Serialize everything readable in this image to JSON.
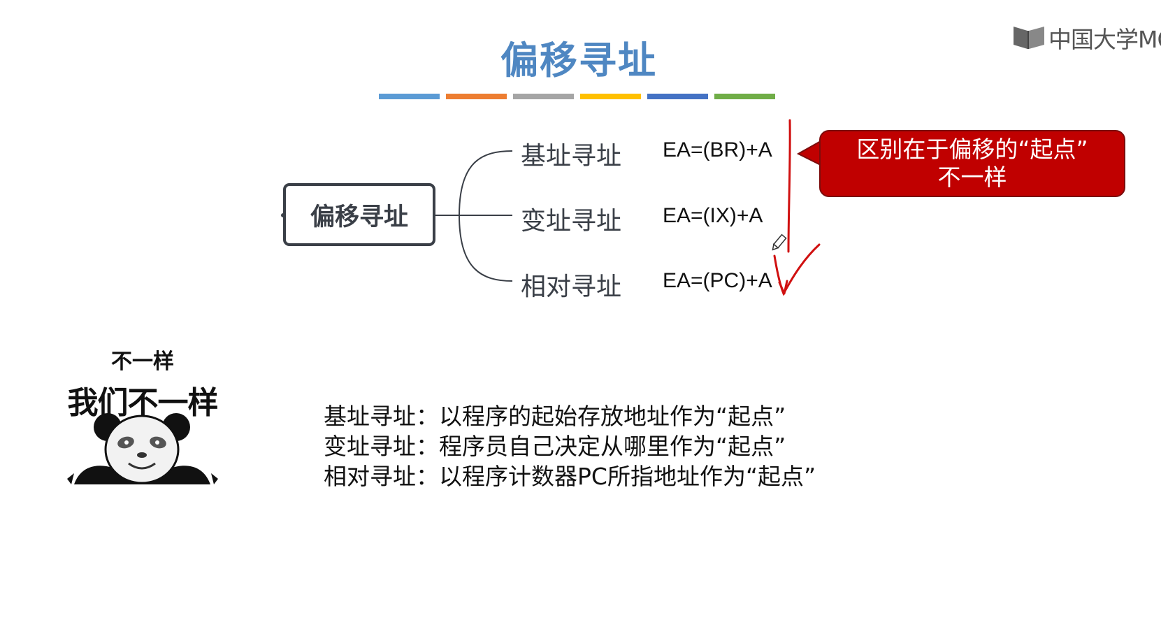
{
  "watermark": {
    "text": "中国大学MO"
  },
  "slide": {
    "title": "偏移寻址",
    "divider_colors": [
      "#5b9bd5",
      "#ed7d31",
      "#a5a5a5",
      "#ffc000",
      "#4472c4",
      "#70ad47"
    ]
  },
  "mindmap": {
    "root": "偏移寻址",
    "branches": [
      {
        "label": "基址寻址",
        "formula": "EA=(BR)+A"
      },
      {
        "label": "变址寻址",
        "formula": "EA=(IX)+A"
      },
      {
        "label": "相对寻址",
        "formula": "EA=(PC)+A"
      }
    ]
  },
  "callout": {
    "line1": "区别在于偏移的“起点”",
    "line2": "不一样",
    "color": "#c00000"
  },
  "meme": {
    "top_text": "不一样",
    "main_text": "我们不一样"
  },
  "notes": [
    "基址寻址：以程序的起始存放地址作为“起点”",
    "变址寻址：程序员自己决定从哪里作为“起点”",
    "相对寻址：以程序计数器PC所指地址作为“起点”"
  ],
  "annotation_color": "#d01010"
}
